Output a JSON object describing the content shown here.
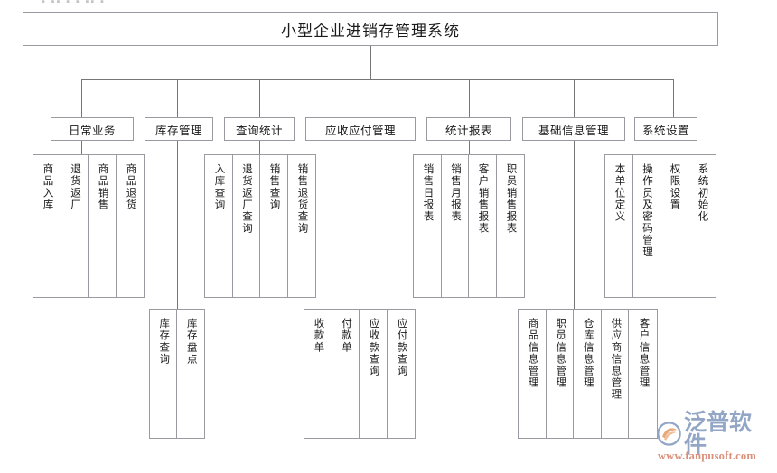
{
  "watermark": {
    "top_fragment": "▪ ▪▪ ▪ ▪ ▪▪ ▪"
  },
  "diagram": {
    "type": "tree",
    "root": {
      "label": "小型企业进销存管理系统"
    },
    "categories": [
      {
        "id": "daily-business",
        "label": "日常业务",
        "children": [
          "商品入库",
          "退货返厂",
          "商品销售",
          "商品退货"
        ]
      },
      {
        "id": "inventory-management",
        "label": "库存管理",
        "children": [
          "库存查询",
          "库存盘点"
        ]
      },
      {
        "id": "query-statistics",
        "label": "查询统计",
        "children": [
          "入库查询",
          "退货返厂查询",
          "销售查询",
          "销售退货查询"
        ]
      },
      {
        "id": "receivable-payable",
        "label": "应收应付管理",
        "children": [
          "收款单",
          "付款单",
          "应收款查询",
          "应付款查询"
        ]
      },
      {
        "id": "statistical-reports",
        "label": "统计报表",
        "children": [
          "销售日报表",
          "销售月报表",
          "客户销售报表",
          "职员销售报表"
        ]
      },
      {
        "id": "basic-information",
        "label": "基础信息管理",
        "children": [
          "商品信息管理",
          "职员信息管理",
          "仓库信息管理",
          "供应商信息管理",
          "客户信息管理"
        ]
      },
      {
        "id": "system-settings",
        "label": "系统设置",
        "children": [
          "本单位定义",
          "操作员及密码管理",
          "权限设置",
          "系统初始化"
        ]
      }
    ]
  },
  "logo": {
    "name": "泛普软件",
    "url": "www.fanpusoft.com",
    "brand_color": "#93a6c6",
    "url_color": "#d98f7a",
    "mark_color": "#e8a87c"
  },
  "colors": {
    "box_border": "#9a9aa0",
    "line": "#767676",
    "background": "#ffffff",
    "text": "#1b1b1b"
  }
}
